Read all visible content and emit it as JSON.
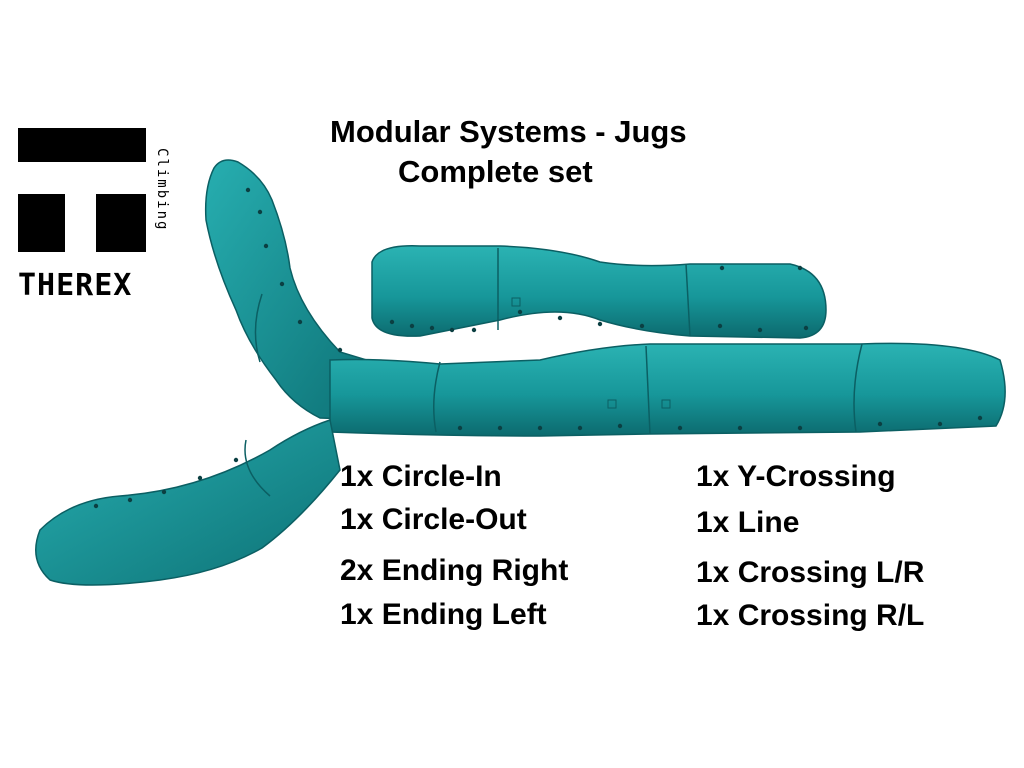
{
  "title": {
    "line1": "Modular Systems - Jugs",
    "line2": "Complete set"
  },
  "logo": {
    "vertical_text": "Climbing",
    "word": "THEREX"
  },
  "colors": {
    "hold_teal": "#1a9a9c",
    "hold_shadow": "#0b5f63",
    "background": "#ffffff"
  },
  "parts_left": [
    "1x Circle-In",
    "1x Circle-Out",
    "2x Ending Right",
    "1x Ending Left"
  ],
  "parts_right": [
    "1x Y-Crossing",
    "1x Line",
    "1x Crossing L/R",
    "1x Crossing R/L"
  ]
}
